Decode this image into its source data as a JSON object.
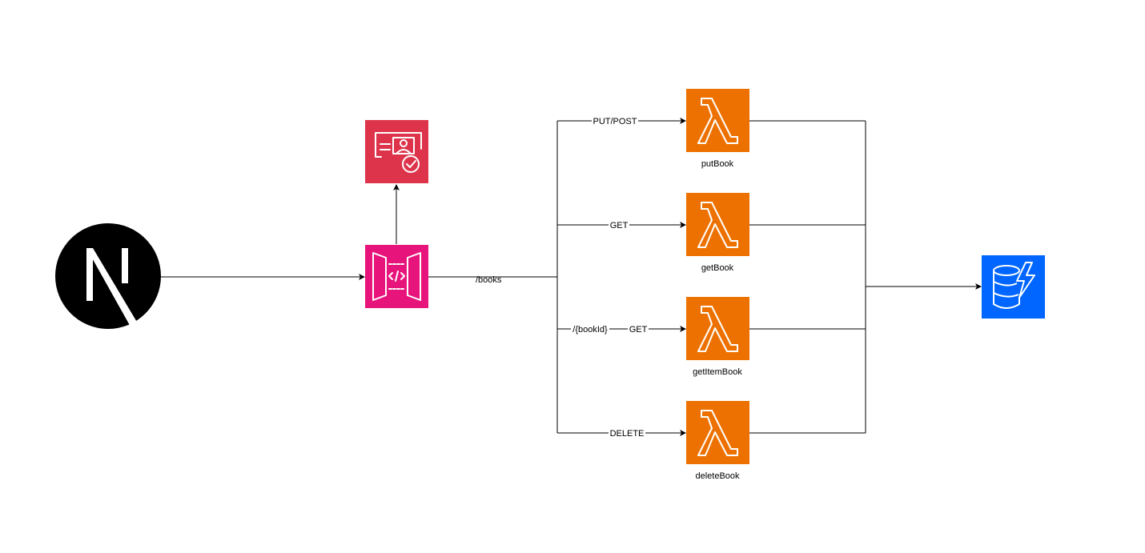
{
  "diagram": {
    "colors": {
      "nextjs": "#000000",
      "cognito": "#dd344c",
      "api_gateway": "#e7157b",
      "lambda": "#ed7100",
      "dynamodb": "#0066ff",
      "connector": "#000000"
    },
    "nodes": {
      "nextjs": {
        "icon": "nextjs-logo-icon"
      },
      "cognito": {
        "icon": "cognito-identity-icon"
      },
      "api_gateway": {
        "icon": "api-gateway-icon"
      },
      "dynamodb": {
        "icon": "dynamodb-icon"
      },
      "lambdas": [
        {
          "label": "putBook",
          "icon": "lambda-icon"
        },
        {
          "label": "getBook",
          "icon": "lambda-icon"
        },
        {
          "label": "getItemBook",
          "icon": "lambda-icon"
        },
        {
          "label": "deleteBook",
          "icon": "lambda-icon"
        }
      ]
    },
    "edges": {
      "books_path": "/books",
      "bookid_path": "/{bookId}",
      "methods": [
        "PUT/POST",
        "GET",
        "GET",
        "DELETE"
      ]
    }
  }
}
